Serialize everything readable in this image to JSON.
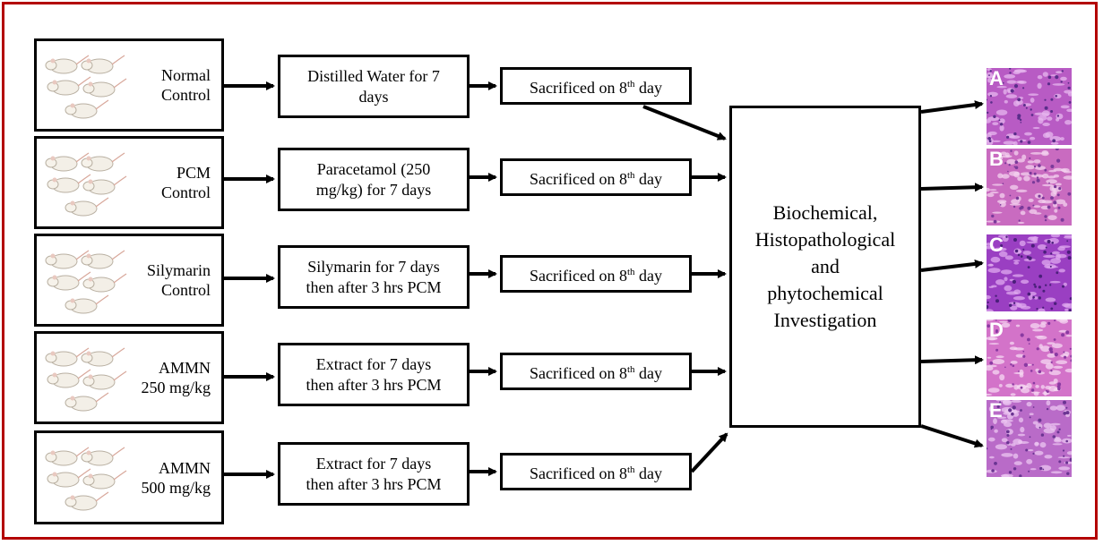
{
  "groups": [
    {
      "line1": "Normal",
      "line2": "Control",
      "treatment": [
        "Distilled Water for 7",
        "days"
      ],
      "sacrifice": {
        "text": "Sacrificed on 8",
        "sup": "th",
        "after": " day"
      }
    },
    {
      "line1": "PCM",
      "line2": "Control",
      "treatment": [
        "Paracetamol (250",
        "mg/kg) for 7 days"
      ],
      "sacrifice": {
        "text": "Sacrificed on 8",
        "sup": "th",
        "after": " day"
      }
    },
    {
      "line1": "Silymarin",
      "line2": "Control",
      "treatment": [
        "Silymarin for 7 days",
        "then after 3 hrs PCM"
      ],
      "sacrifice": {
        "text": "Sacrificed on 8",
        "sup": "th",
        "after": " day"
      }
    },
    {
      "line1": "AMMN",
      "line2": "250 mg/kg",
      "treatment": [
        "Extract for 7 days",
        "then after 3 hrs PCM"
      ],
      "sacrifice": {
        "text": "Sacrificed on 8",
        "sup": "th",
        "after": " day"
      }
    },
    {
      "line1": "AMMN",
      "line2": "500 mg/kg",
      "treatment": [
        "Extract for 7 days",
        "then after 3 hrs PCM"
      ],
      "sacrifice": {
        "text": "Sacrificed on 8",
        "sup": "th",
        "after": " day"
      }
    }
  ],
  "investigation": [
    "Biochemical,",
    "Histopathological",
    "and",
    "phytochemical",
    "Investigation"
  ],
  "histology": [
    {
      "letter": "A",
      "base": "#b85bc4",
      "cell": "#e7b7ef",
      "dot": "#5a2d8a"
    },
    {
      "letter": "B",
      "base": "#c96bc0",
      "cell": "#f3d2ef",
      "dot": "#7a3a9a"
    },
    {
      "letter": "C",
      "base": "#9a3fc2",
      "cell": "#dfa9ef",
      "dot": "#4a1f7a"
    },
    {
      "letter": "D",
      "base": "#d373c9",
      "cell": "#f6d7f2",
      "dot": "#8a3aa2"
    },
    {
      "letter": "E",
      "base": "#b96bc8",
      "cell": "#ecc5f1",
      "dot": "#6a3492"
    }
  ],
  "colors": {
    "frame": "#b30000",
    "stroke": "#000000"
  }
}
